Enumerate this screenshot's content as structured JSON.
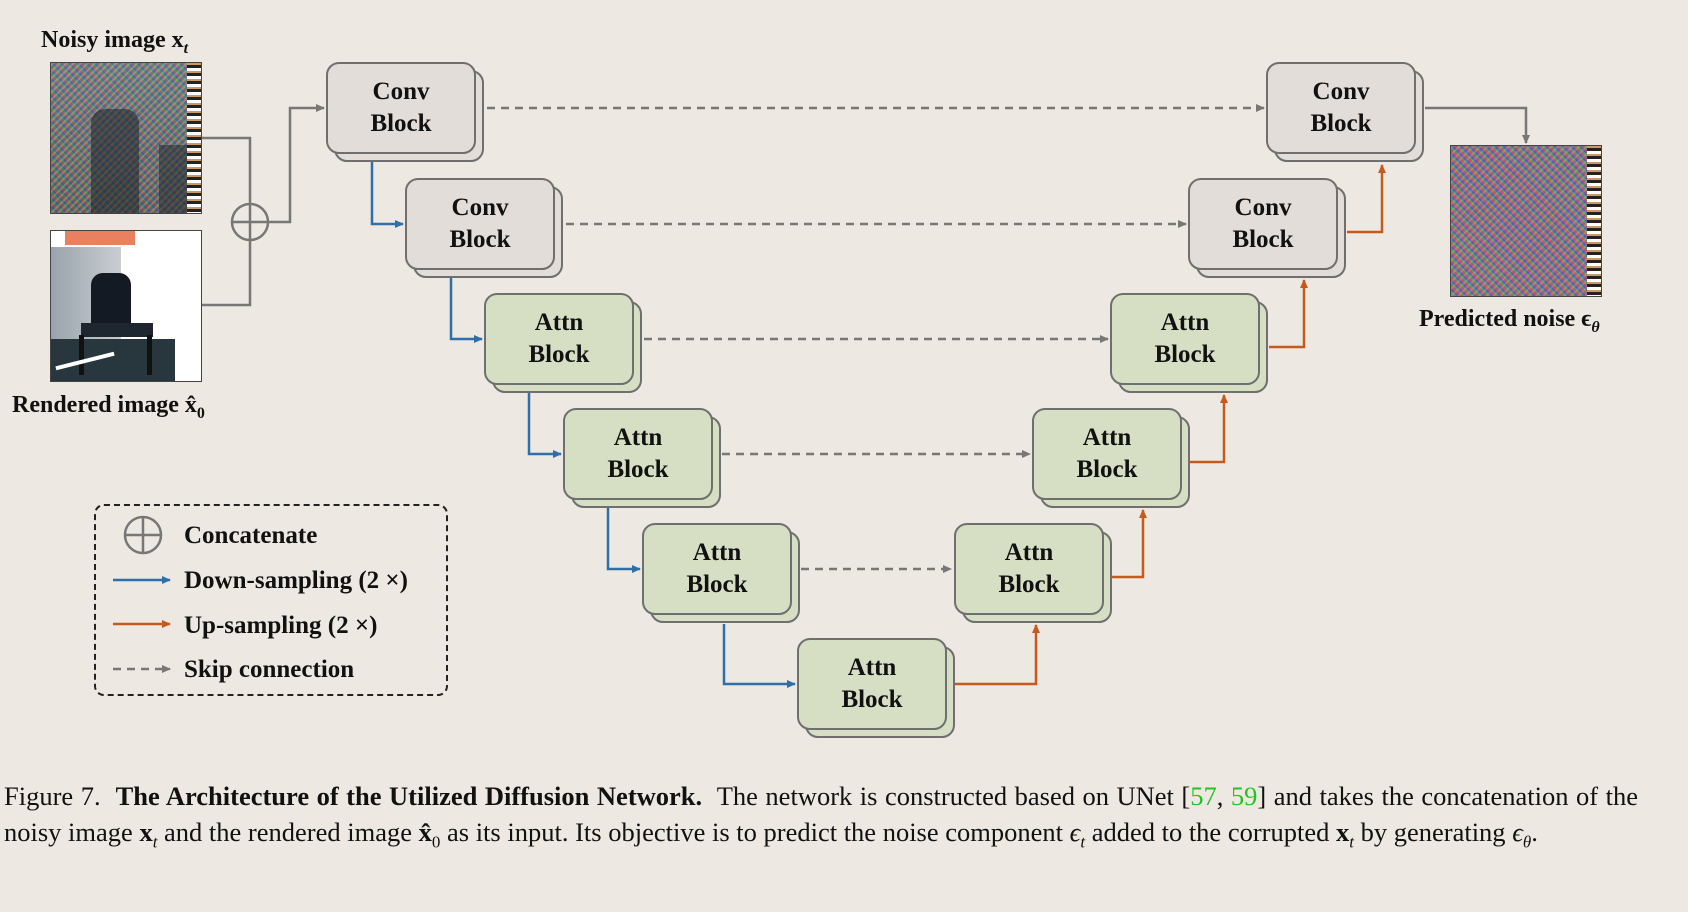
{
  "inputs": {
    "noisy_label": "Noisy image x",
    "noisy_sub": "t",
    "rendered_label": "Rendered image x̂",
    "rendered_sub": "0"
  },
  "output": {
    "label": "Predicted noise ϵ",
    "sub": "θ"
  },
  "blocks": [
    {
      "line1": "Conv",
      "line2": "Block"
    },
    {
      "line1": "Conv",
      "line2": "Block"
    },
    {
      "line1": "Attn",
      "line2": "Block"
    },
    {
      "line1": "Attn",
      "line2": "Block"
    },
    {
      "line1": "Attn",
      "line2": "Block"
    },
    {
      "line1": "Attn",
      "line2": "Block"
    },
    {
      "line1": "Attn",
      "line2": "Block"
    },
    {
      "line1": "Attn",
      "line2": "Block"
    },
    {
      "line1": "Attn",
      "line2": "Block"
    },
    {
      "line1": "Conv",
      "line2": "Block"
    },
    {
      "line1": "Conv",
      "line2": "Block"
    }
  ],
  "legend": {
    "concat": "Concatenate",
    "down": "Down-sampling (2 ×)",
    "up": "Up-sampling (2 ×)",
    "skip": "Skip connection"
  },
  "colors": {
    "down": "#2f6fa8",
    "up": "#c55a1c",
    "skip": "#777777",
    "conv_fill": "#e2ddd9",
    "attn_fill": "#d6dfc4",
    "cite": "#21c421"
  },
  "caption": {
    "fig": "Figure 7.",
    "title": "The Architecture of the Utilized Diffusion Network.",
    "t1": "The network is constructed based on UNet [",
    "c1": "57",
    "sep": ", ",
    "c2": "59",
    "t2": "] and takes the concatenation of the noisy image ",
    "xt": "x",
    "t3": " and the rendered image ",
    "x0": "x̂",
    "t4": " as its input. Its objective is to predict the noise component ",
    "eps": "ϵ",
    "t5": " added to the corrupted ",
    "t6": " by generating ",
    "t7": "."
  }
}
